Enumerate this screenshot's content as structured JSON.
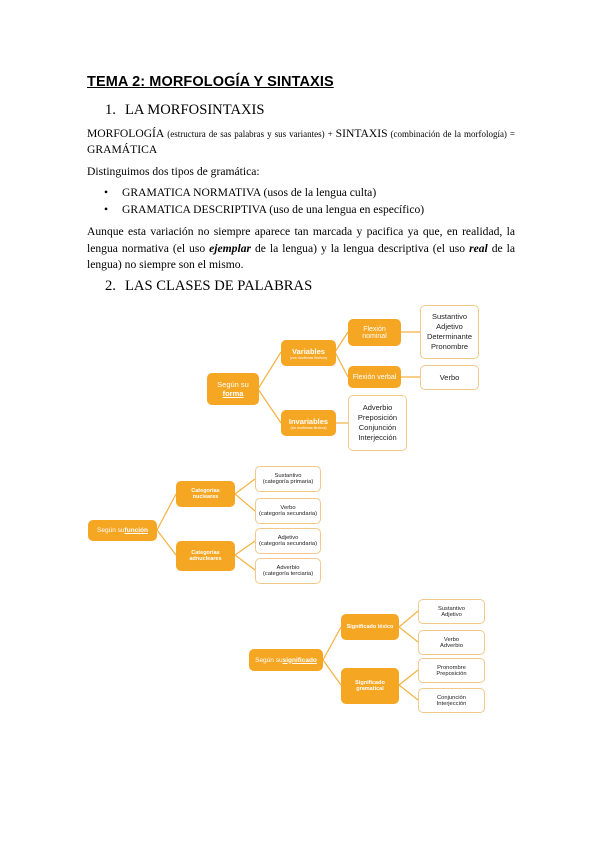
{
  "title": "TEMA 2: MORFOLOGÍA Y SINTAXIS",
  "section1": {
    "num": "1.",
    "title": "LA MORFOSINTAXIS"
  },
  "para1": {
    "a": "MORFOLOGÍA",
    "b": " (estructura de sas palabras y sus variantes) + ",
    "c": "SINTAXIS",
    "d": " (combinación de la morfología) = ",
    "e": "GRAMÁTICA"
  },
  "para2": "Distinguimos dos tipos de gramática:",
  "bullets": [
    {
      "mark": "•",
      "text": "GRAMATICA NORMATIVA (usos de la lengua culta)"
    },
    {
      "mark": "•",
      "text": "GRAMATICA DESCRIPTIVA (uso de una lengua en específico)"
    }
  ],
  "para3": {
    "a": "Aunque esta variación no siempre aparece tan marcada y pacifica ya que, en realidad, la lengua normativa (el uso ",
    "b": "ejemplar",
    "c": " de la lengua) y la lengua descriptiva (el uso ",
    "d": "real",
    "e": " de la lengua) no siempre son el mismo."
  },
  "section2": {
    "num": "2.",
    "title": "LAS CLASES DE PALABRAS"
  },
  "diagram1": {
    "root": {
      "a": "Según su",
      "b": "forma"
    },
    "variables": {
      "label": "Variables",
      "sub": "(con morfemas flexivos)"
    },
    "invariables": {
      "label": "Invariables",
      "sub": "(sin morfemas flexivos)"
    },
    "flexion_nominal": {
      "a": "Flexión",
      "b": "nominal"
    },
    "flexion_verbal": "Flexión verbal",
    "nominal_list": [
      "Sustantivo",
      "Adjetivo",
      "Determinante",
      "Pronombre"
    ],
    "verbal_list": [
      "Verbo"
    ],
    "invariable_list": [
      "Adverbio",
      "Preposición",
      "Conjunción",
      "Interjección"
    ]
  },
  "diagram2": {
    "root": {
      "a": "Según su ",
      "b": "función"
    },
    "nucleares": {
      "a": "Categorías",
      "b": "nucleares"
    },
    "adnucleares": {
      "a": "Categorías",
      "b": "adnucleares"
    },
    "leaves": [
      {
        "a": "Sustantivo",
        "b": "(categoría primaria)"
      },
      {
        "a": "Verbo",
        "b": "(categoría secundaria)"
      },
      {
        "a": "Adjetivo",
        "b": "(categoría secundaria)"
      },
      {
        "a": "Adverbio",
        "b": "(categoría terciaria)"
      }
    ]
  },
  "diagram3": {
    "root": {
      "a": "Según su ",
      "b": "significado"
    },
    "lexico": "Significado léxico",
    "gramatical": {
      "a": "Significado",
      "b": "gramatical"
    },
    "leaves": [
      {
        "a": "Sustantivo",
        "b": "Adjetivo"
      },
      {
        "a": "Verbo",
        "b": "Adverbio"
      },
      {
        "a": "Pronombre",
        "b": "Preposición"
      },
      {
        "a": "Conjunción",
        "b": "Interjección"
      }
    ]
  },
  "colors": {
    "orange": "#f5a623",
    "connector": "#f5b142",
    "leaf_border": "#f3c98a"
  }
}
